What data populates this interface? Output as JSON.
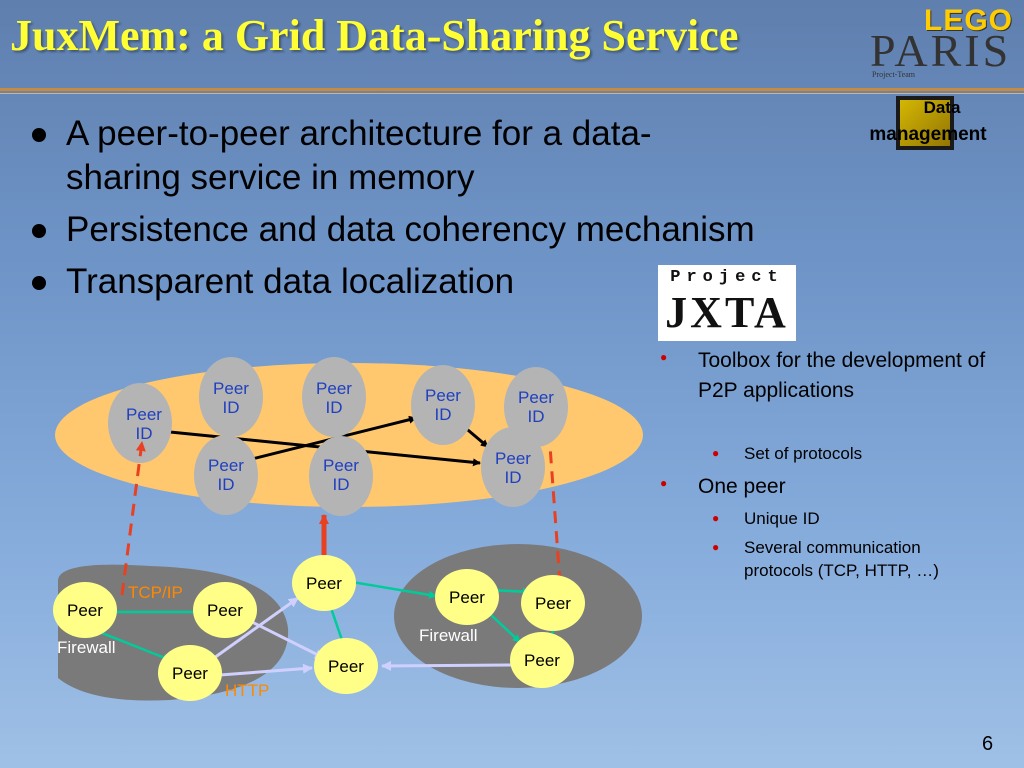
{
  "slide": {
    "title": "JuxMem: a Grid Data-Sharing Service",
    "page_number": "6"
  },
  "logo": {
    "top": "LEGO",
    "main": "PARIS",
    "sub": "Project-Team"
  },
  "badge": {
    "line1": "Data",
    "line2": "management"
  },
  "bullets": [
    "A peer-to-peer architecture for a data-sharing service in memory",
    "Persistence and data coherency mechanism",
    "Transparent data localization"
  ],
  "jxta_logo": {
    "top": "Project",
    "main": "JXTA"
  },
  "jxta_features": [
    {
      "level": 1,
      "text": "Toolbox for the development of P2P applications"
    },
    {
      "level": 2,
      "text": "Set of protocols"
    },
    {
      "level": 1,
      "text": "One peer"
    },
    {
      "level": 2,
      "text": "Unique ID"
    },
    {
      "level": 2,
      "text": "Several communication protocols (TCP, HTTP, …)"
    }
  ],
  "diagram": {
    "peer_id_line1": "Peer",
    "peer_id_line2": "ID",
    "peer_label": "Peer",
    "firewall_left": "Firewall",
    "firewall_right": "Firewall",
    "tcp_label": "TCP/IP",
    "http_label": "HTTP"
  },
  "colors": {
    "title": "#ffff33",
    "overlay": "#ffc86e",
    "peer_id_node": "#b4b4b4",
    "peer_node": "#ffff88",
    "network": "#7a7a7a",
    "accent_red": "#e84020",
    "tcp_arrow": "#00cc99",
    "http_arrow": "#c8c8ff"
  }
}
